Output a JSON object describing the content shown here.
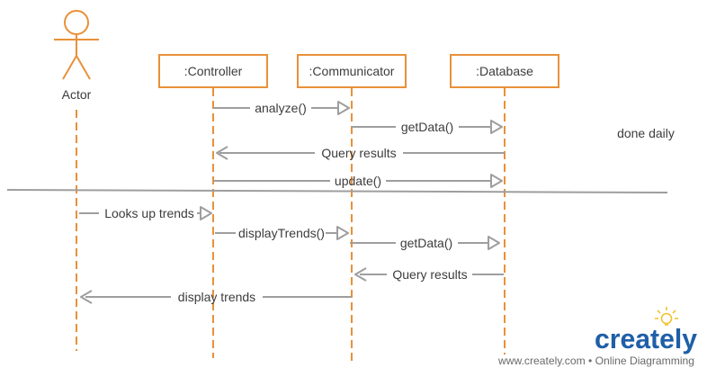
{
  "diagram": {
    "actor": {
      "label": "Actor"
    },
    "participants": [
      {
        "id": "controller",
        "label": ":Controller"
      },
      {
        "id": "communicator",
        "label": ":Communicator"
      },
      {
        "id": "database",
        "label": ":Database"
      }
    ],
    "messages": [
      {
        "from": "controller",
        "to": "communicator",
        "label": "analyze()",
        "kind": "call"
      },
      {
        "from": "communicator",
        "to": "database",
        "label": "getData()",
        "kind": "call"
      },
      {
        "from": "database",
        "to": "controller",
        "label": "Query results",
        "kind": "return"
      },
      {
        "from": "controller",
        "to": "database",
        "label": "update()",
        "kind": "call"
      },
      {
        "from": "actor",
        "to": "controller",
        "label": "Looks up trends",
        "kind": "call"
      },
      {
        "from": "controller",
        "to": "communicator",
        "label": "displayTrends()",
        "kind": "call"
      },
      {
        "from": "communicator",
        "to": "database",
        "label": "getData()",
        "kind": "call"
      },
      {
        "from": "database",
        "to": "communicator",
        "label": "Query results",
        "kind": "return"
      },
      {
        "from": "communicator",
        "to": "actor",
        "label": "display trends",
        "kind": "return"
      }
    ],
    "note": "done daily"
  },
  "branding": {
    "logo_text": "creately",
    "tagline": "www.creately.com • Online Diagramming"
  },
  "colors": {
    "accent": "#E8913A",
    "arrow": "#9E9E9E",
    "text": "#3C3C3C",
    "logo_blue": "#1E5FA8",
    "bulb": "#F2C230"
  }
}
